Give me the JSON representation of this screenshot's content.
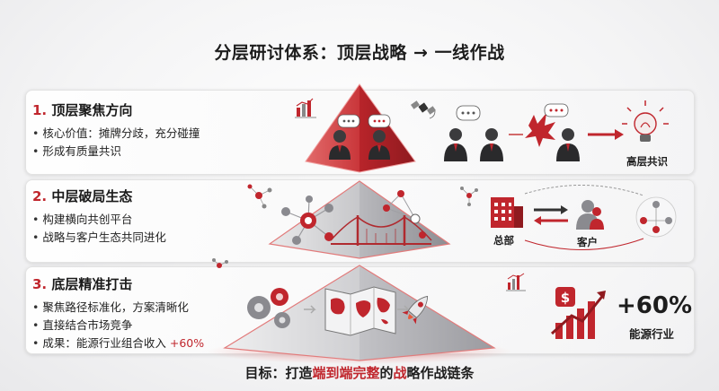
{
  "title": "分层研讨体系：顶层战略 → 一线作战",
  "layers": [
    {
      "num": "1.",
      "heading": "顶层聚焦方向",
      "bullets": [
        "核心价值：摊牌分歧，充分碰撞",
        "形成有质量共识"
      ],
      "right_label": "高层共识"
    },
    {
      "num": "2.",
      "heading": "中层破局生态",
      "bullets": [
        "构建横向共创平台",
        "战略与客户生态共同进化"
      ],
      "label_hq": "总部",
      "label_client": "客户"
    },
    {
      "num": "3.",
      "heading": "底层精准打击",
      "bullets": [
        "聚焦路径标准化，方案清晰化",
        "直接结合市场竞争"
      ],
      "result_prefix": "成果：能源行业组合收入 ",
      "result_value": "+60%",
      "big_stat": "+60%",
      "big_stat_label": "能源行业"
    }
  ],
  "goal": {
    "prefix": "目标：打造",
    "red1": "端到端完整",
    "mid": "的",
    "red2": "战",
    "suffix": "略作战链条"
  },
  "colors": {
    "accent_red": "#c0262d",
    "grey": "#8a8a8f"
  },
  "icons": [
    "chart-icon",
    "satellite-icon",
    "speech-bubble-icon",
    "person-icon",
    "lightbulb-icon",
    "collision-icon",
    "network-icon",
    "bridge-icon",
    "building-icon",
    "exchange-arrows-icon",
    "gear-icon",
    "map-icon",
    "rocket-icon",
    "dollar-icon",
    "growth-chart-icon"
  ]
}
